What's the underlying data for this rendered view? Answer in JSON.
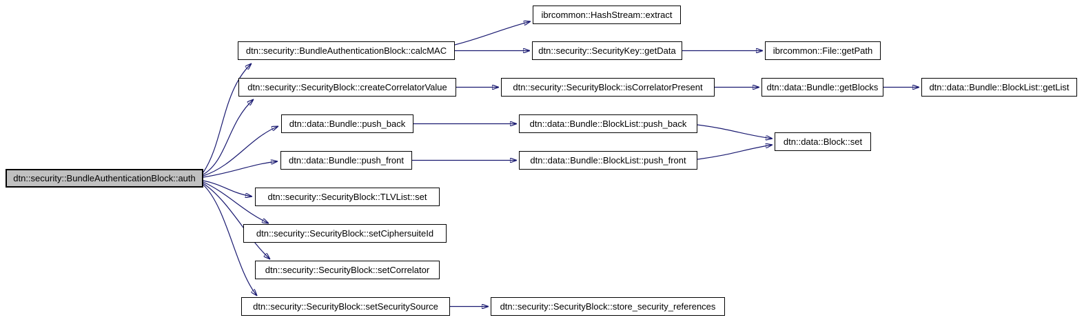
{
  "graph": {
    "type": "call-graph",
    "root": "auth",
    "colors": {
      "edge": "#191970",
      "node_border": "#000000",
      "node_fill": "#ffffff",
      "root_fill": "#c0c0c0",
      "text": "#000000",
      "background": "#ffffff"
    },
    "nodes": {
      "auth": {
        "label": "dtn::security::BundleAuthenticationBlock::auth"
      },
      "calcMAC": {
        "label": "dtn::security::BundleAuthenticationBlock::calcMAC"
      },
      "createCorrelatorValue": {
        "label": "dtn::security::SecurityBlock::createCorrelatorValue"
      },
      "bundlePushBack": {
        "label": "dtn::data::Bundle::push_back"
      },
      "bundlePushFront": {
        "label": "dtn::data::Bundle::push_front"
      },
      "tlvListSet": {
        "label": "dtn::security::SecurityBlock::TLVList::set"
      },
      "setCiphersuiteId": {
        "label": "dtn::security::SecurityBlock::setCiphersuiteId"
      },
      "setCorrelator": {
        "label": "dtn::security::SecurityBlock::setCorrelator"
      },
      "setSecuritySource": {
        "label": "dtn::security::SecurityBlock::setSecuritySource"
      },
      "hashStreamExtract": {
        "label": "ibrcommon::HashStream::extract"
      },
      "securityKeyGetData": {
        "label": "dtn::security::SecurityKey::getData"
      },
      "isCorrelatorPresent": {
        "label": "dtn::security::SecurityBlock::isCorrelatorPresent"
      },
      "blockListPushBack": {
        "label": "dtn::data::Bundle::BlockList::push_back"
      },
      "blockListPushFront": {
        "label": "dtn::data::Bundle::BlockList::push_front"
      },
      "storeSecurityReferences": {
        "label": "dtn::security::SecurityBlock::store_security_references"
      },
      "fileGetPath": {
        "label": "ibrcommon::File::getPath"
      },
      "bundleGetBlocks": {
        "label": "dtn::data::Bundle::getBlocks"
      },
      "blockSet": {
        "label": "dtn::data::Block::set"
      },
      "blockListGetList": {
        "label": "dtn::data::Bundle::BlockList::getList"
      }
    },
    "edges": [
      {
        "from": "auth",
        "to": "calcMAC"
      },
      {
        "from": "auth",
        "to": "createCorrelatorValue"
      },
      {
        "from": "auth",
        "to": "bundlePushBack"
      },
      {
        "from": "auth",
        "to": "bundlePushFront"
      },
      {
        "from": "auth",
        "to": "tlvListSet"
      },
      {
        "from": "auth",
        "to": "setCiphersuiteId"
      },
      {
        "from": "auth",
        "to": "setCorrelator"
      },
      {
        "from": "auth",
        "to": "setSecuritySource"
      },
      {
        "from": "calcMAC",
        "to": "hashStreamExtract"
      },
      {
        "from": "calcMAC",
        "to": "securityKeyGetData"
      },
      {
        "from": "securityKeyGetData",
        "to": "fileGetPath"
      },
      {
        "from": "createCorrelatorValue",
        "to": "isCorrelatorPresent"
      },
      {
        "from": "isCorrelatorPresent",
        "to": "bundleGetBlocks"
      },
      {
        "from": "bundleGetBlocks",
        "to": "blockListGetList"
      },
      {
        "from": "bundlePushBack",
        "to": "blockListPushBack"
      },
      {
        "from": "bundlePushFront",
        "to": "blockListPushFront"
      },
      {
        "from": "blockListPushBack",
        "to": "blockSet"
      },
      {
        "from": "blockListPushFront",
        "to": "blockSet"
      },
      {
        "from": "setSecuritySource",
        "to": "storeSecurityReferences"
      }
    ]
  }
}
